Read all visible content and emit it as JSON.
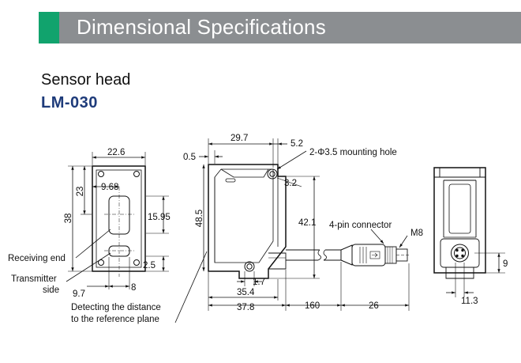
{
  "header": {
    "title": "Dimensional Specifications",
    "accent_color": "#11a36d",
    "bar_color": "#8b8e91"
  },
  "section": {
    "title": "Sensor head",
    "model": "LM-030",
    "model_color": "#1e3b7a"
  },
  "front_view": {
    "dims": {
      "width_top": "22.6",
      "height_38": "38",
      "height_23": "23",
      "center_9_68": "9.68",
      "right_15_95": "15.95",
      "right_2_5": "2.5",
      "bottom_8": "8",
      "bottom_9_7": "9.7"
    },
    "callouts": {
      "receiving_end": "Receiving end",
      "transmitter_line1": "Transmitter",
      "transmitter_line2": "side",
      "detecting_line1": "Detecting the distance",
      "detecting_line2": "to the reference plane"
    }
  },
  "side_view": {
    "dims": {
      "top_29_7": "29.7",
      "top_5_2": "5.2",
      "left_0_5": "0.5",
      "hole_3_2": "3.2",
      "height_48_5": "48.5",
      "height_42_1": "42.1",
      "hole_1_7": "1.7",
      "bottom_35_4": "35.4",
      "bottom_37_8": "37.8",
      "cable_160": "160",
      "connector_26": "26"
    },
    "callouts": {
      "mounting_hole": "2-Φ3.5 mounting hole",
      "connector": "4-pin connector",
      "thread": "M8"
    }
  },
  "end_view": {
    "dims": {
      "right_9": "9",
      "bottom_11_3": "11.3"
    }
  }
}
